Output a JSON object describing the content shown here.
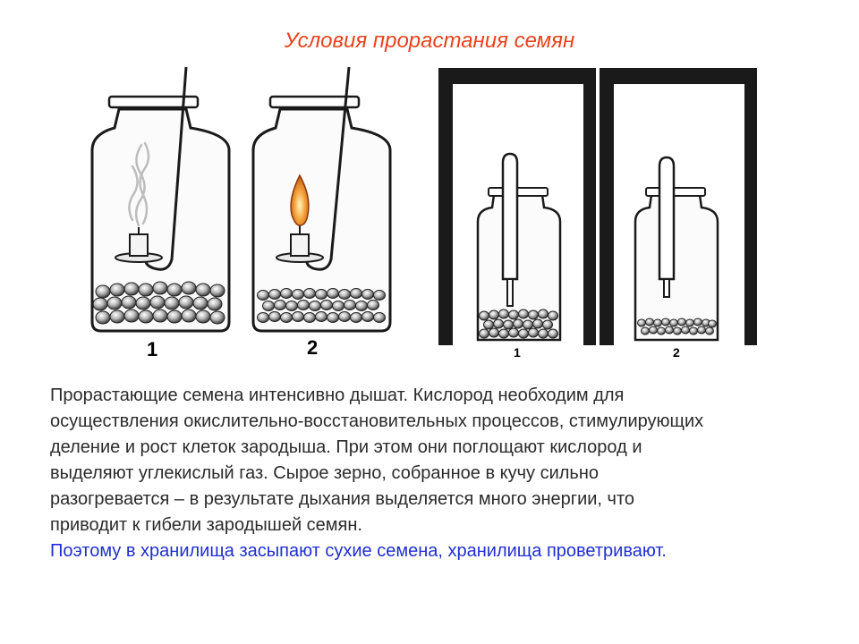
{
  "title": "Условия прорастания семян",
  "figure_labels": {
    "jar1": "1",
    "jar2": "2",
    "box1": "1",
    "box2": "2"
  },
  "text": {
    "lines": [
      "Прорастающие семена интенсивно дышат. Кислород необходим для",
      "осуществления окислительно-восстановительных процессов, стимулирующих",
      "деление и рост клеток зародыша. При этом они поглощают кислород и",
      "выделяют углекислый газ. Сырое зерно, собранное в кучу сильно",
      "разогревается – в результате дыхания выделяется много энергии, что",
      "приводит к гибели зародышей семян."
    ],
    "conclusion": "Поэтому в хранилища засыпают сухие семена, хранилища проветривают."
  },
  "colors": {
    "title": "#e8431f",
    "text": "#2b2b2b",
    "conclusion": "#1f2fd0"
  }
}
